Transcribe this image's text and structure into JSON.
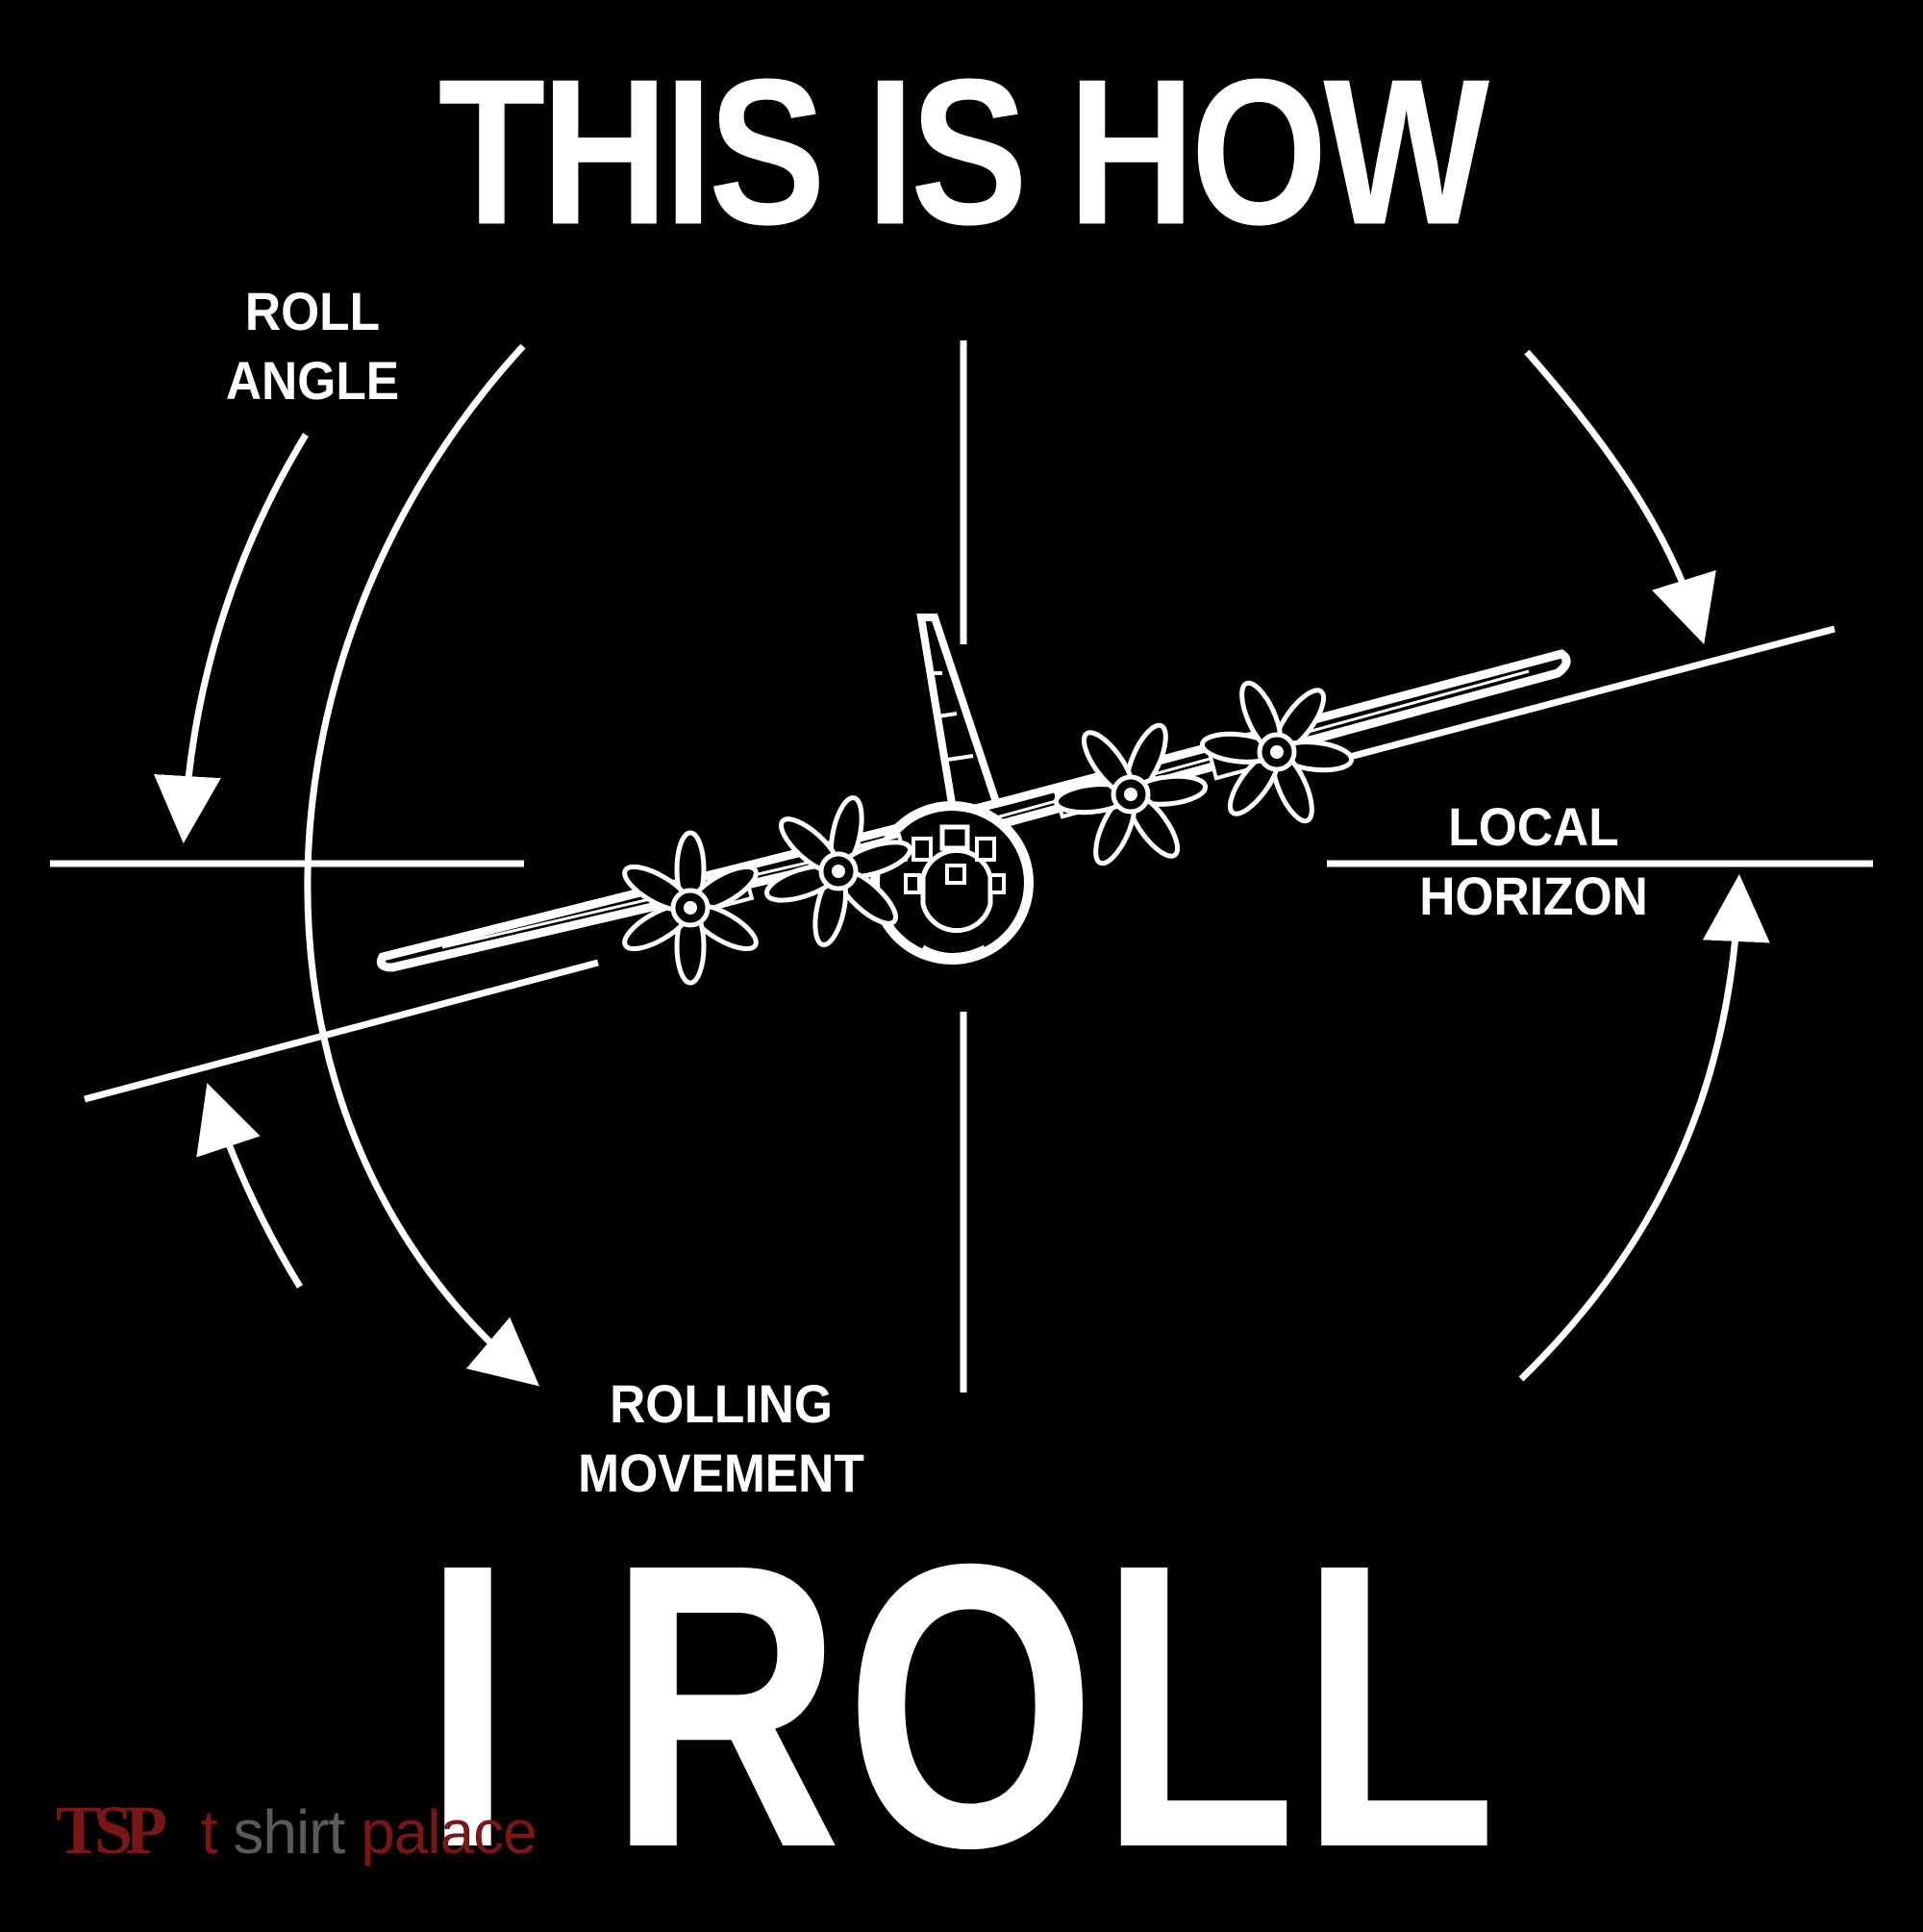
{
  "title_top": "THIS IS HOW",
  "title_bottom": "I ROLL",
  "labels": {
    "roll_angle": [
      "ROLL",
      "ANGLE"
    ],
    "local_horizon": [
      "LOCAL",
      "HORIZON"
    ],
    "rolling_movement": [
      "ROLLING",
      "MOVEMENT"
    ]
  },
  "watermark": {
    "logo": "TSP",
    "word1": "t",
    "word2": "shirt",
    "word3": "palace"
  },
  "colors": {
    "background": "#000000",
    "foreground": "#ffffff",
    "watermark": "#7a1616"
  },
  "icons": [
    "aircraft-icon",
    "propeller-icon",
    "arrow-icon"
  ]
}
